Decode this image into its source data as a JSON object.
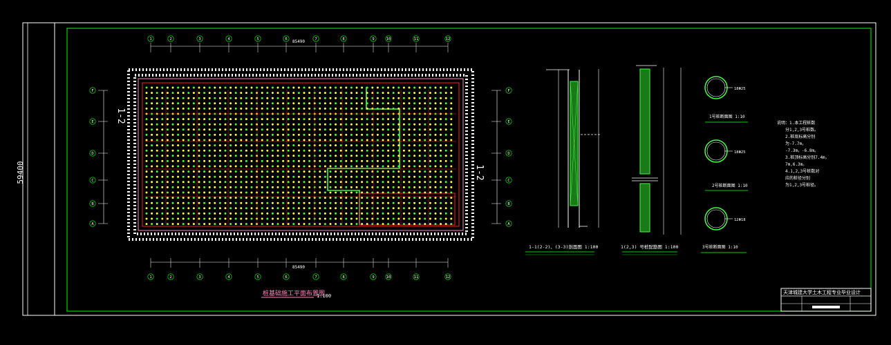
{
  "colors": {
    "background": "#000000",
    "frame": "#00d000",
    "line": "#ffffff",
    "pile": "#ffff40",
    "dot_green": "#40ff40",
    "beam_red": "#ff2020",
    "pink": "#ff80c0",
    "note": "#ffffff"
  },
  "left_dimension": "59400",
  "plan": {
    "axis_numbers": [
      "1",
      "2",
      "3",
      "4",
      "5",
      "6",
      "7",
      "8",
      "9",
      "10",
      "11",
      "12"
    ],
    "axis_letters": [
      "F",
      "E",
      "D",
      "C",
      "B",
      "A"
    ],
    "total_top": "85490",
    "total_bottom": "85490",
    "section_mark": "1-2",
    "title": "桩基础施工平面布置图",
    "scale": "1:100"
  },
  "section_view": {
    "title": "1-1(2-2)、(3-3)剖面图 1:100"
  },
  "pile_detail": {
    "title": "1(2,3) 号桩配筋图 1:100"
  },
  "cross_sections": [
    {
      "label": "18Φ25",
      "title": "1号桩断面图 1:10"
    },
    {
      "label": "18Φ25",
      "title": "2号桩断面图 1:10"
    },
    {
      "label": "12Φ18",
      "title": "3号桩断面图 1:10"
    }
  ],
  "notes": {
    "lines": [
      "说明：1.本工程桩数",
      "  分1,2,3号桩数。",
      "  2.桩底标高分别",
      "  为-7.7m，",
      "  -7.3m，-6.8m。",
      "  3.桩顶标高分别7.4m，",
      "  7m,6.3m。",
      "  4.1,2,3号桩数对",
      "  应的桩径分别",
      "  为1,2,3号桩径。"
    ]
  },
  "title_block": {
    "header": "天津城建大学土木工程专业毕业设计"
  }
}
